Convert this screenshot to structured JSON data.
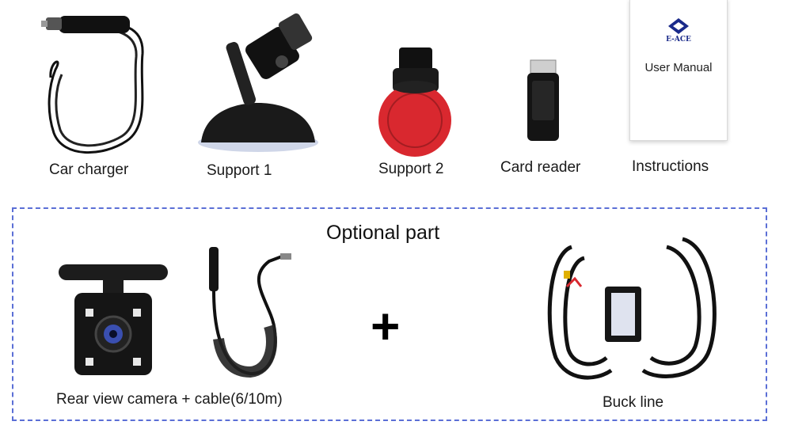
{
  "items": {
    "car_charger": "Car charger",
    "support1": "Support 1",
    "support2": "Support 2",
    "card_reader": "Card reader",
    "instructions": "Instructions"
  },
  "manual": {
    "brand": "E-ACE",
    "title": "User Manual"
  },
  "optional": {
    "title": "Optional part",
    "plus": "+",
    "rear_camera": "Rear view camera + cable(6/10m)",
    "buck_line": "Buck line"
  },
  "colors": {
    "dashed_border": "#5b6fd6",
    "adhesive_red": "#d9282f",
    "brand_blue": "#1a2a8a"
  }
}
